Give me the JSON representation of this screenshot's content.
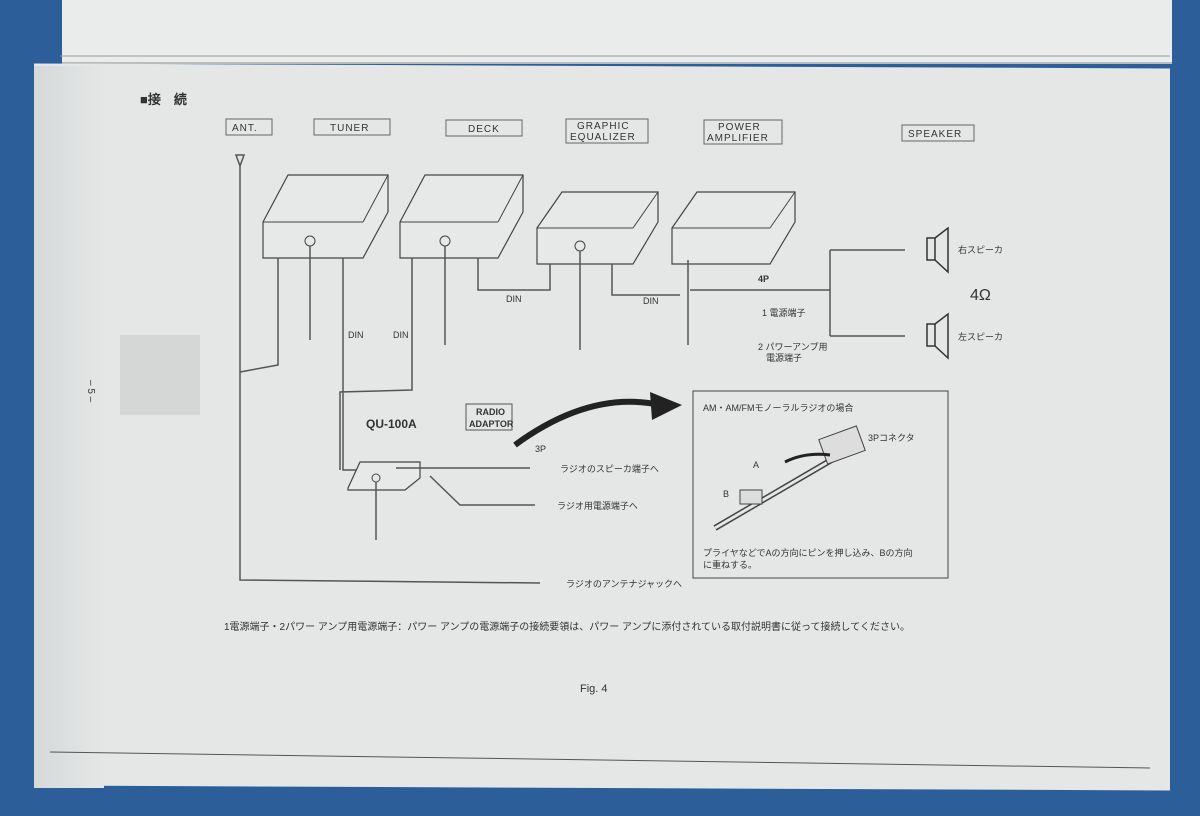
{
  "section_title": "■接　続",
  "page_number": "– 5 –",
  "components": {
    "ant": "ANT.",
    "tuner": "TUNER",
    "deck": "DECK",
    "eq_1": "GRAPHIC",
    "eq_2": "EQUALIZER",
    "amp_1": "POWER",
    "amp_2": "AMPLIFIER",
    "speaker": "SPEAKER"
  },
  "labels": {
    "din": "DIN",
    "four_p": "4P",
    "power_terminal": "1 電源端子",
    "amp_power_terminal_1": "2 パワーアンプ用",
    "amp_power_terminal_2": "電源端子",
    "right_speaker": "右スピーカ",
    "left_speaker": "左スピーカ",
    "impedance": "4Ω",
    "qu100a": "QU-100A",
    "radio_adaptor_1": "RADIO",
    "radio_adaptor_2": "ADAPTOR",
    "three_p": "3P",
    "to_radio_speaker": "ラジオのスピーカ端子へ",
    "to_radio_power": "ラジオ用電源端子へ",
    "to_radio_antenna": "ラジオのアンテナジャックへ"
  },
  "inset": {
    "title": "AM・AM/FMモノーラルラジオの場合",
    "connector": "3Pコネクタ",
    "a": "A",
    "b": "B",
    "note_1": "プライヤなどでAの方向にピンを押し込み、Bの方向",
    "note_2": "に重ねする。"
  },
  "footnote": "1電源端子・2パワー アンプ用電源端子：パワー アンプの電源端子の接続要領は、パワー アンプに添付されている取付説明書に従って接続してください。",
  "caption": "Fig. 4"
}
